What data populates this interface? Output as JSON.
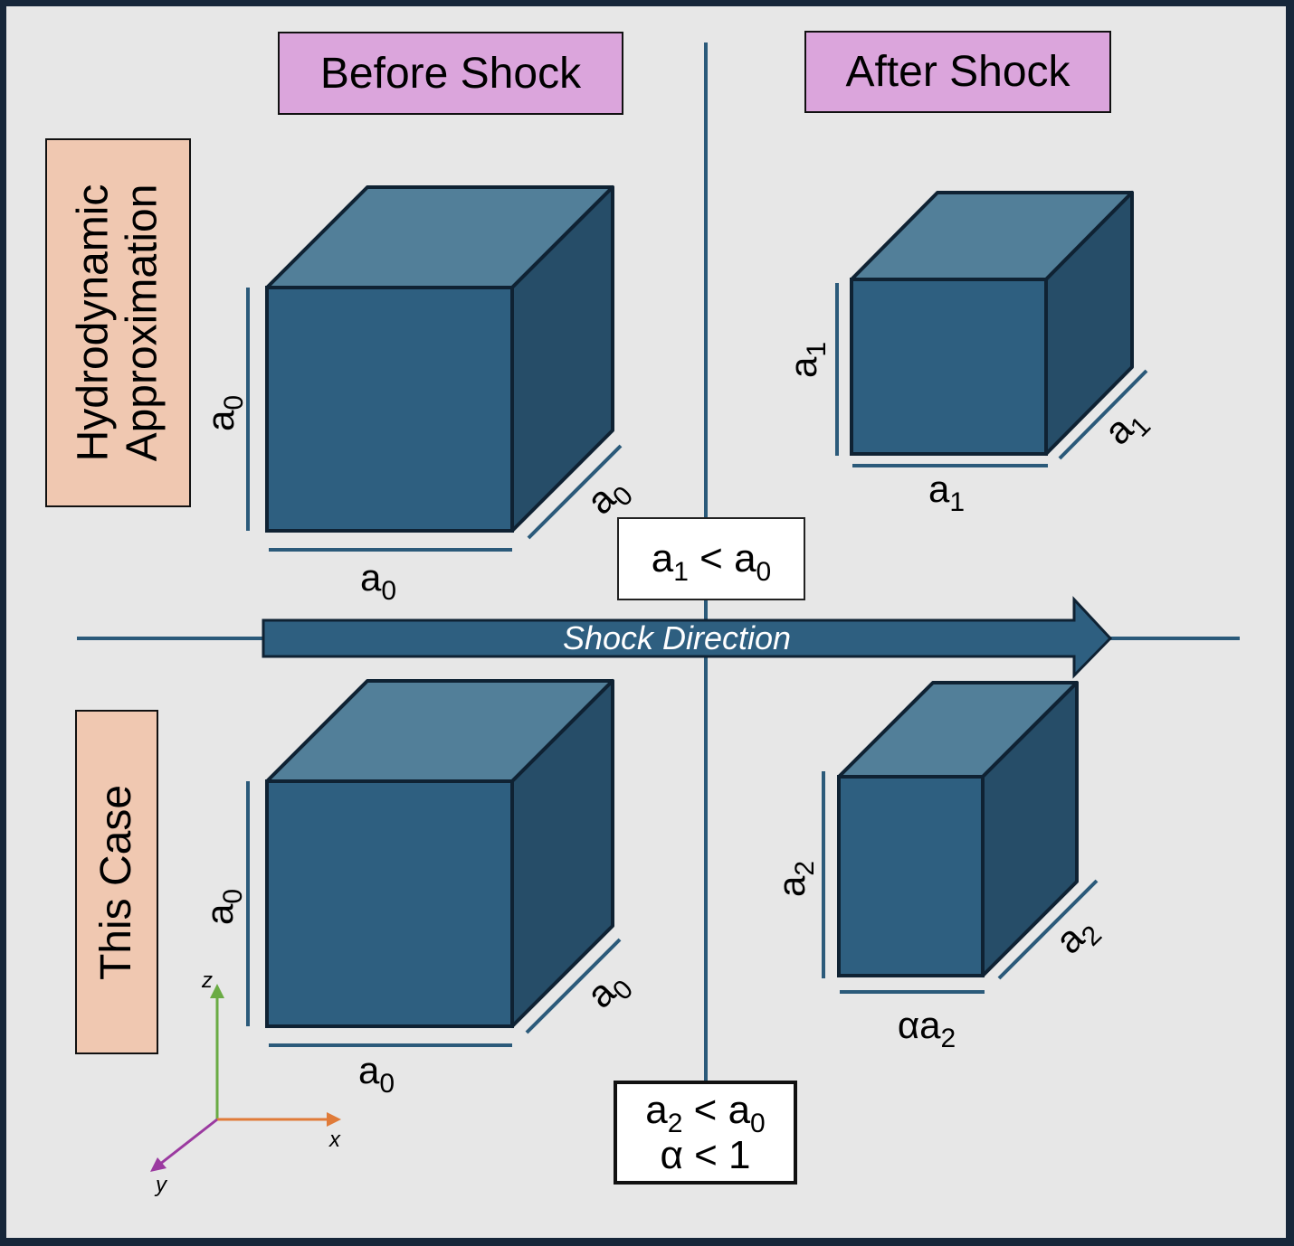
{
  "headers": {
    "before": "Before Shock",
    "after": "After Shock",
    "row_top": [
      "Hydrodynamic",
      "Approximation"
    ],
    "row_bottom": "This Case"
  },
  "arrow": {
    "label": "Shock Direction"
  },
  "cubes": {
    "top_left": {
      "height": "a",
      "height_sub": "0",
      "width": "a",
      "width_sub": "0",
      "depth": "a",
      "depth_sub": "0"
    },
    "top_right": {
      "height": "a",
      "height_sub": "1",
      "width": "a",
      "width_sub": "1",
      "depth": "a",
      "depth_sub": "1"
    },
    "bottom_left": {
      "height": "a",
      "height_sub": "0",
      "width": "a",
      "width_sub": "0",
      "depth": "a",
      "depth_sub": "0"
    },
    "bottom_right": {
      "height": "a",
      "height_sub": "2",
      "width": "αa",
      "width_sub": "2",
      "depth": "a",
      "depth_sub": "2"
    }
  },
  "conditions": {
    "top": {
      "line1": [
        "a",
        "1",
        " < a",
        "0"
      ]
    },
    "bottom": {
      "line1": [
        "a",
        "2",
        " < a",
        "0"
      ],
      "line2": "α < 1"
    }
  },
  "axes": {
    "x": "x",
    "y": "y",
    "z": "z"
  },
  "colors": {
    "cube_front": "#2e5f80",
    "cube_top": "#527f99",
    "cube_side": "#264d68",
    "cube_edge": "#0f2233",
    "dimension_line": "#2b5a7a",
    "column_header": "#dba5dc",
    "row_header": "#f0c8b1",
    "axis_x": "#e07b39",
    "axis_y": "#9b3aa0",
    "axis_z": "#6aab44"
  }
}
